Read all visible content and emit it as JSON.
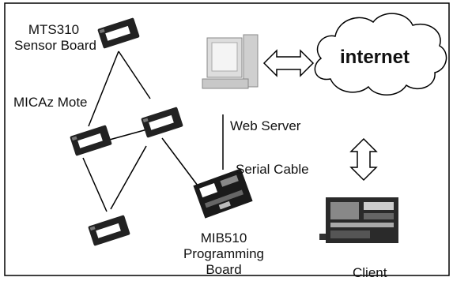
{
  "labels": {
    "sensor_board_line1": "MTS310",
    "sensor_board_line2": "Sensor Board",
    "micaz": "MICAz Mote",
    "internet": "internet",
    "web_server": "Web Server",
    "serial_cable": "Serial Cable",
    "programming_board_line1": "MIB510",
    "programming_board_line2": "Programming",
    "programming_board_line3": "Board",
    "client": "Client"
  }
}
